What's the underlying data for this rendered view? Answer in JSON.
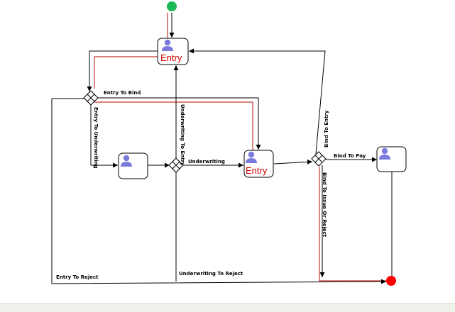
{
  "nodes": {
    "entry_top": {
      "label": "Entry"
    },
    "entry_mid": {
      "label": "Entry"
    }
  },
  "edges": {
    "entry_to_bind": "Entry To Bind",
    "entry_to_underwriting": "Entry To Underwriting",
    "underwriting_to_entry": "Underwriting To Entry",
    "underwriting": "Underwriting",
    "bind_to_entry": "Bind To Entry",
    "bind_to_pay": "Bind To Pay",
    "bind_to_issue_or_reject": "Bind To Issue Or Reject",
    "entry_to_reject": "Entry To Reject",
    "underwriting_to_reject": "Underwriting To Reject"
  },
  "colors": {
    "start": "#1db954",
    "end": "#ff0000",
    "highlight": "#c0392b",
    "user_icon": "#7b7bdd"
  }
}
